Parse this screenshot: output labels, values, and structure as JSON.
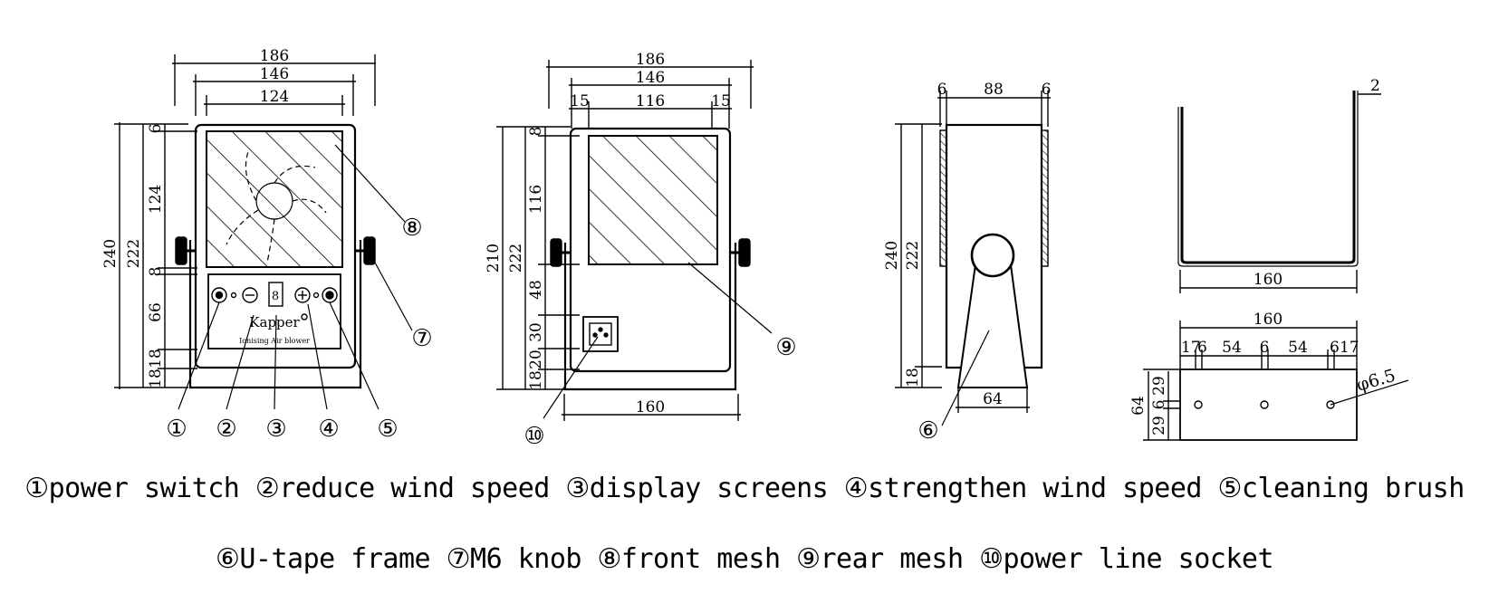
{
  "dims": {
    "front": {
      "w_outer": "186",
      "w_mid": "146",
      "w_inner": "124",
      "h_total": "240",
      "h_body": "222",
      "h_top": "6",
      "h_mesh": "124",
      "h_gap": "8",
      "h_panel": "66",
      "h_bottom": "18",
      "h_base": "18"
    },
    "rear": {
      "w_outer": "186",
      "w_mid": "146",
      "w_left": "15",
      "w_mesh": "116",
      "w_right": "15",
      "w_base": "160",
      "h_total": "210",
      "h_body": "222",
      "h_top": "8",
      "h_mesh": "116",
      "h_gap": "48",
      "h_socket": "30",
      "h_low": "20",
      "h_base": "18"
    },
    "side": {
      "w_left": "6",
      "w_mid": "88",
      "w_right": "6",
      "h_total": "240",
      "h_body": "222",
      "h_base": "18",
      "w_foot": "64"
    },
    "u_frame": {
      "thickness": "2",
      "width": "160"
    },
    "plate": {
      "width": "160",
      "s1": "17",
      "s2": "6",
      "s3": "54",
      "s4": "6",
      "s5": "54",
      "s6": "6",
      "s7": "17",
      "height": "64",
      "h1": "29",
      "h2": "6",
      "h3": "29",
      "hole": "φ6.5"
    }
  },
  "device": {
    "brand": "Kapper",
    "subtitle": "Ionising Air blower",
    "display_digit": "8"
  },
  "callouts": [
    "①",
    "②",
    "③",
    "④",
    "⑤",
    "⑥",
    "⑦",
    "⑧",
    "⑨",
    "⑩"
  ],
  "legend": {
    "line1": "①power switch ②reduce wind speed ③display screens ④strengthen wind speed ⑤cleaning brush",
    "line2": "⑥U-tape frame ⑦M6 knob ⑧front mesh ⑨rear mesh ⑩power line socket"
  }
}
